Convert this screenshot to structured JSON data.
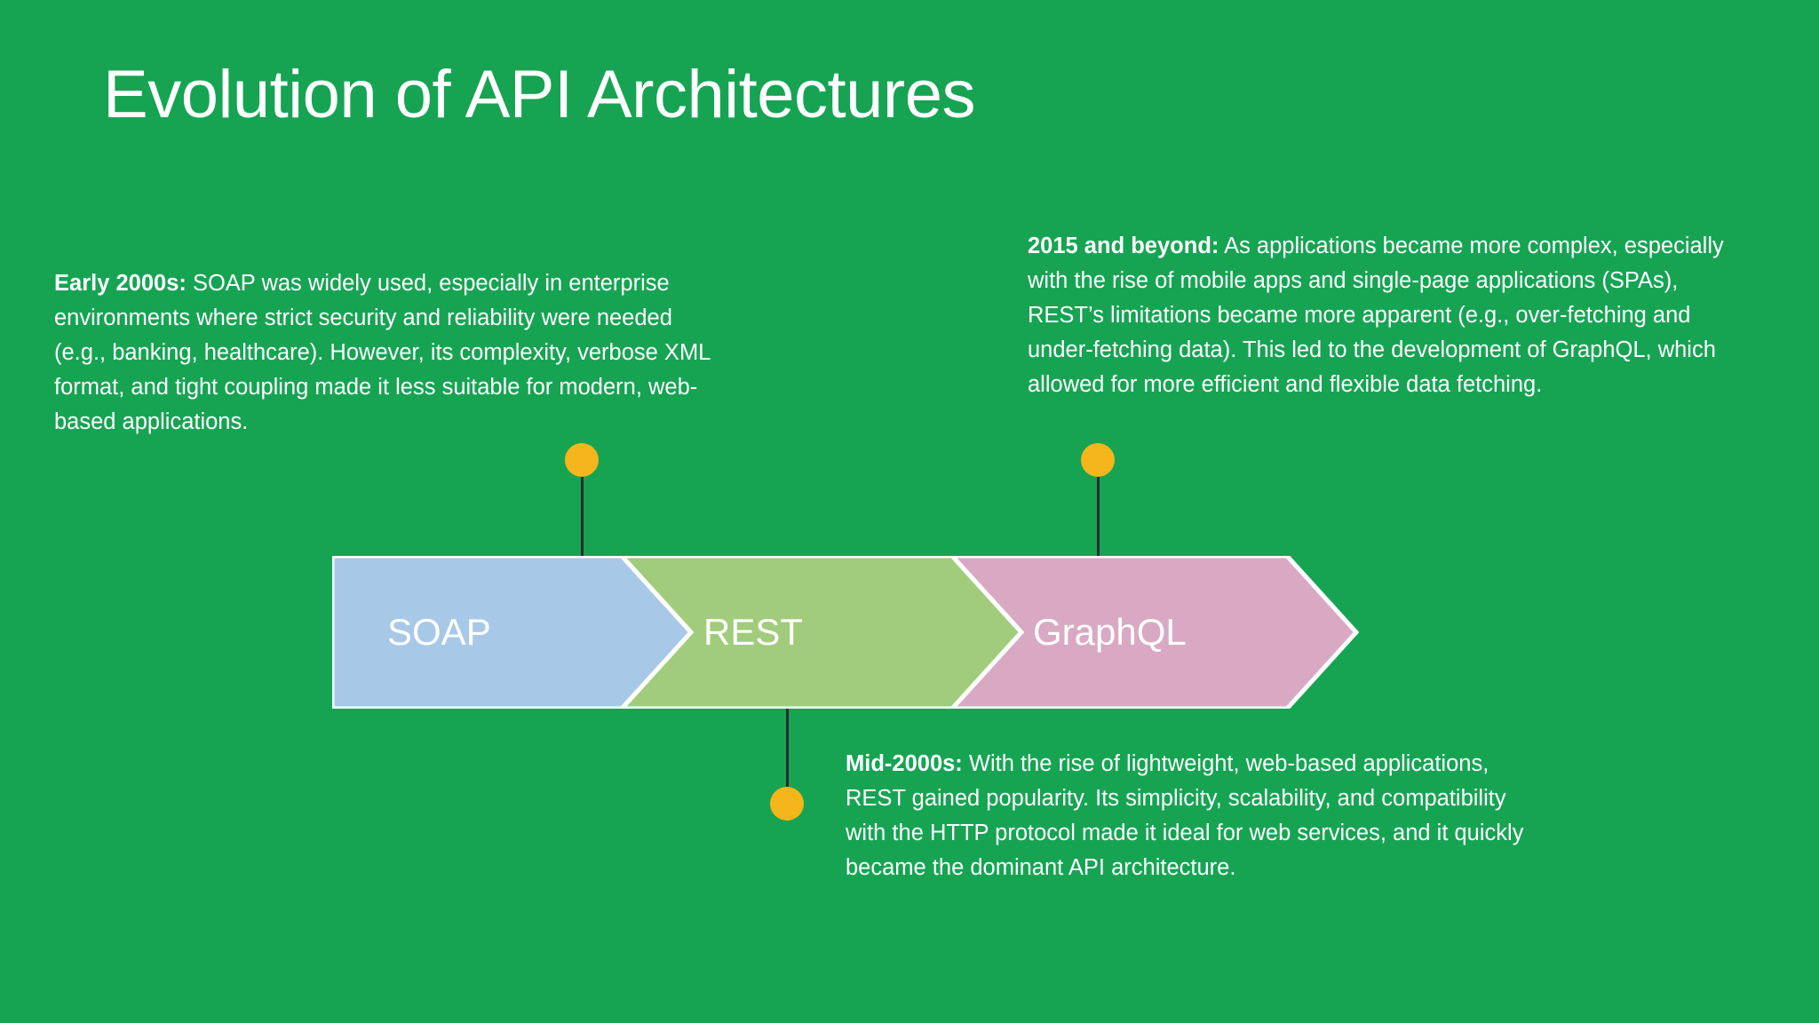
{
  "meta": {
    "background_color": "#16a453",
    "text_color": "#ffffff",
    "accent_dot_color": "#f4b61a",
    "connector_color": "#2b2b2b",
    "divider_color": "#ffffff"
  },
  "header": {
    "title": "Evolution of API Architectures"
  },
  "chart_data": {
    "type": "diagram",
    "title": "Evolution of API Architectures",
    "layout": "horizontal chevron process flow with three stages and three callout annotations",
    "stages": [
      {
        "id": "soap",
        "label": "SOAP",
        "color": "#a8c8e8",
        "order": 1
      },
      {
        "id": "rest",
        "label": "REST",
        "color": "#a1cc7c",
        "order": 2
      },
      {
        "id": "graphql",
        "label": "GraphQL",
        "color": "#d9a9c4",
        "order": 3
      }
    ],
    "annotations": [
      {
        "id": "soap",
        "position": "above-left",
        "lead": "Early 2000s:",
        "body": " SOAP was widely used, especially in enterprise environments where strict security and reliability were needed (e.g., banking, healthcare). However, its complexity, verbose XML format, and tight coupling made it less suitable for modern, web-based applications."
      },
      {
        "id": "graphql",
        "position": "above-right",
        "lead": "2015 and beyond:",
        "body": " As applications became more complex, especially with the rise of mobile apps and single-page applications (SPAs), REST’s limitations became more apparent (e.g., over-fetching and under-fetching data). This led to the development of GraphQL, which allowed for more efficient and flexible data fetching."
      },
      {
        "id": "rest",
        "position": "below-center",
        "lead": "Mid-2000s:",
        "body": " With the rise of lightweight, web-based applications, REST gained popularity. Its simplicity, scalability, and compatibility with the HTTP protocol made it ideal for web services, and it quickly became the dominant API architecture."
      }
    ]
  },
  "diagram": {
    "stage_soap_label": "SOAP",
    "stage_rest_label": "REST",
    "stage_graphql_label": "GraphQL"
  },
  "annotations": {
    "soap": {
      "lead": "Early 2000s:",
      "body": " SOAP was widely used, especially in enterprise environments where strict security and reliability were needed (e.g., banking, healthcare). However, its complexity, verbose XML format, and tight coupling made it less suitable for modern, web-based applications."
    },
    "graphql": {
      "lead": "2015 and beyond:",
      "body": " As applications became more complex, especially with the rise of mobile apps and single-page applications (SPAs), REST’s limitations became more apparent (e.g., over-fetching and under-fetching data). This led to the development of GraphQL, which allowed for more efficient and flexible data fetching."
    },
    "rest": {
      "lead": "Mid-2000s:",
      "body": " With the rise of lightweight, web-based applications, REST gained popularity. Its simplicity, scalability, and compatibility with the HTTP protocol made it ideal for web services, and it quickly became the dominant API architecture."
    }
  }
}
